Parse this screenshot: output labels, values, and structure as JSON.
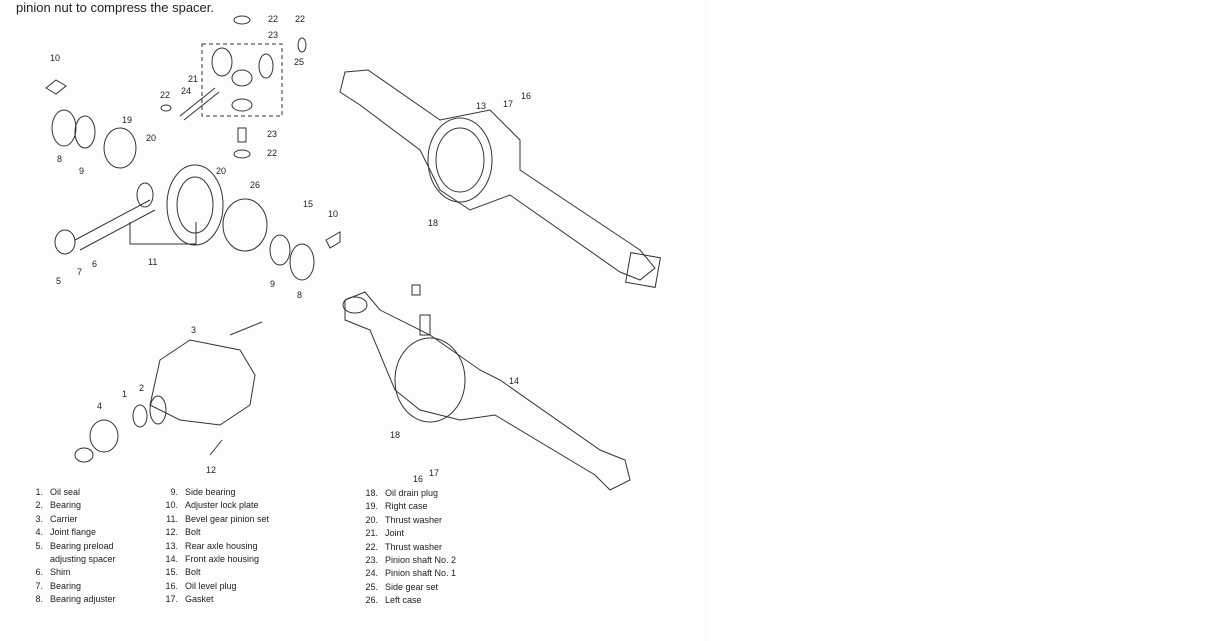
{
  "intro_text": "pinion nut to compress the spacer.",
  "callouts": [
    "22",
    "22",
    "23",
    "25",
    "10",
    "21",
    "22",
    "24",
    "19",
    "20",
    "8",
    "9",
    "20",
    "26",
    "23",
    "22",
    "15",
    "10",
    "13",
    "17",
    "16",
    "18",
    "5",
    "7",
    "6",
    "11",
    "9",
    "8",
    "3",
    "1",
    "2",
    "4",
    "12",
    "14",
    "18",
    "16",
    "17"
  ],
  "legend": {
    "col1": [
      {
        "n": "1.",
        "label": "Oil seal"
      },
      {
        "n": "2.",
        "label": "Bearing"
      },
      {
        "n": "3.",
        "label": "Carrier"
      },
      {
        "n": "4.",
        "label": "Joint flange"
      },
      {
        "n": "5.",
        "label": "Bearing preload"
      },
      {
        "n": "",
        "label": "adjusting spacer"
      },
      {
        "n": "6.",
        "label": "Shim"
      },
      {
        "n": "7.",
        "label": "Bearing"
      },
      {
        "n": "8.",
        "label": "Bearing adjuster"
      }
    ],
    "col2": [
      {
        "n": "9.",
        "label": "Side bearing"
      },
      {
        "n": "10.",
        "label": "Adjuster lock plate"
      },
      {
        "n": "11.",
        "label": "Bevel gear pinion set"
      },
      {
        "n": "12.",
        "label": "Bolt"
      },
      {
        "n": "13.",
        "label": "Rear axle housing"
      },
      {
        "n": "14.",
        "label": "Front axle housing"
      },
      {
        "n": "15.",
        "label": "Bolt"
      },
      {
        "n": "16.",
        "label": "Oil level plug"
      },
      {
        "n": "17.",
        "label": "Gasket"
      }
    ],
    "col3": [
      {
        "n": "18.",
        "label": "Oil drain plug"
      },
      {
        "n": "19.",
        "label": "Right case"
      },
      {
        "n": "20.",
        "label": "Thrust washer"
      },
      {
        "n": "21.",
        "label": "Joint"
      },
      {
        "n": "22.",
        "label": "Thrust washer"
      },
      {
        "n": "23.",
        "label": "Pinion shaft No. 2"
      },
      {
        "n": "24.",
        "label": "Pinion shaft No. 1"
      },
      {
        "n": "25.",
        "label": "Side gear set"
      },
      {
        "n": "26.",
        "label": "Left case"
      }
    ]
  }
}
